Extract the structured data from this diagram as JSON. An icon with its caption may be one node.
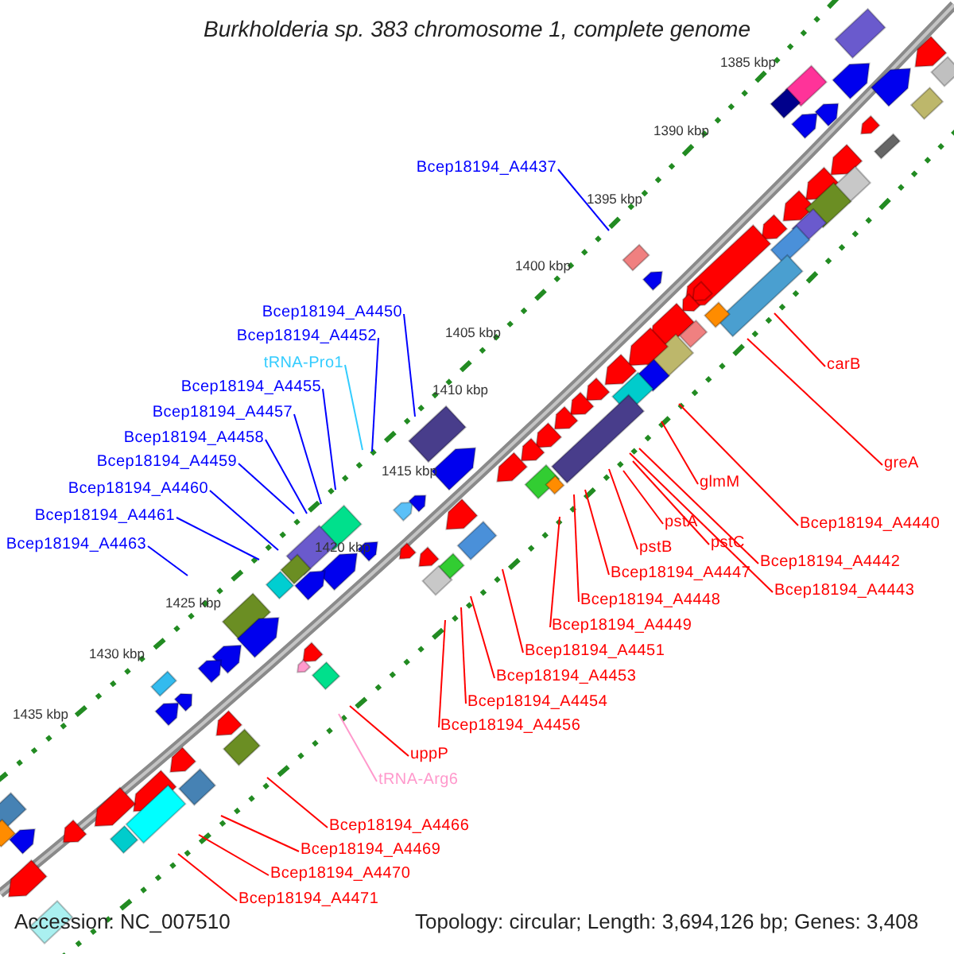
{
  "diagram": {
    "title": "Burkholderia sp. 383 chromosome 1, complete genome",
    "nodes": [
      {
        "text": [
          "Bcep18194_A4437"
        ]
      },
      {
        "text": [
          "Bcep18194_A4450"
        ]
      },
      {
        "text": [
          "Bcep18194_A4452"
        ]
      },
      {
        "text": [
          "tRNA-Pro1"
        ]
      },
      {
        "text": [
          "Bcep18194_A4455"
        ]
      },
      {
        "text": [
          "Bcep18194_A4457"
        ]
      },
      {
        "text": [
          "Bcep18194_A4458"
        ]
      },
      {
        "text": [
          "Bcep18194_A4459"
        ]
      },
      {
        "text": [
          "Bcep18194_A4460"
        ]
      },
      {
        "text": [
          "Bcep18194_A4461"
        ]
      },
      {
        "text": [
          "Bcep18194_A4463"
        ]
      },
      {
        "text": [
          "carB"
        ]
      },
      {
        "text": [
          "greA"
        ]
      },
      {
        "text": [
          "glmM"
        ]
      },
      {
        "text": [
          "Bcep18194_A4440"
        ]
      },
      {
        "text": [
          "pstA"
        ]
      },
      {
        "text": [
          "pstC"
        ]
      },
      {
        "text": [
          "Bcep18194_A4442"
        ]
      },
      {
        "text": [
          "pstB"
        ]
      },
      {
        "text": [
          "Bcep18194_A4443"
        ]
      },
      {
        "text": [
          "Bcep18194_A4447"
        ]
      },
      {
        "text": [
          "Bcep18194_A4448"
        ]
      },
      {
        "text": [
          "Bcep18194_A4449"
        ]
      },
      {
        "text": [
          "Bcep18194_A4451"
        ]
      },
      {
        "text": [
          "Bcep18194_A4453"
        ]
      },
      {
        "text": [
          "Bcep18194_A4454"
        ]
      },
      {
        "text": [
          "Bcep18194_A4456"
        ]
      },
      {
        "text": [
          "uppP"
        ]
      },
      {
        "text": [
          "tRNA-Arg6"
        ]
      },
      {
        "text": [
          "Bcep18194_A4466"
        ]
      },
      {
        "text": [
          "Bcep18194_A4469"
        ]
      },
      {
        "text": [
          "Bcep18194_A4470"
        ]
      },
      {
        "text": [
          "Bcep18194_A4471"
        ]
      }
    ],
    "edges": [
      {
        "from": 0,
        "to": null,
        "arrow": "none",
        "color": "#0000ff"
      },
      {
        "from": 1,
        "to": null,
        "arrow": "none",
        "color": "#0000ff"
      },
      {
        "from": 2,
        "to": null,
        "arrow": "none",
        "color": "#0000ff"
      },
      {
        "from": 3,
        "to": null,
        "arrow": "none",
        "color": "#33ccff"
      },
      {
        "from": 4,
        "to": null,
        "arrow": "none",
        "color": "#0000ff"
      },
      {
        "from": 5,
        "to": null,
        "arrow": "none",
        "color": "#0000ff"
      },
      {
        "from": 6,
        "to": null,
        "arrow": "none",
        "color": "#0000ff"
      },
      {
        "from": 7,
        "to": null,
        "arrow": "none",
        "color": "#0000ff"
      },
      {
        "from": 8,
        "to": null,
        "arrow": "none",
        "color": "#0000ff"
      },
      {
        "from": 9,
        "to": null,
        "arrow": "none",
        "color": "#0000ff"
      },
      {
        "from": 10,
        "to": null,
        "arrow": "none",
        "color": "#0000ff"
      },
      {
        "from": 11,
        "to": null,
        "arrow": "none"
      },
      {
        "from": 12,
        "to": null,
        "arrow": "none"
      },
      {
        "from": 13,
        "to": null,
        "arrow": "none"
      },
      {
        "from": 14,
        "to": null,
        "arrow": "none"
      },
      {
        "from": 15,
        "to": null,
        "arrow": "none"
      },
      {
        "from": 16,
        "to": null,
        "arrow": "none"
      },
      {
        "from": 17,
        "to": null,
        "arrow": "none"
      },
      {
        "from": 18,
        "to": null,
        "arrow": "none"
      },
      {
        "from": 19,
        "to": null,
        "arrow": "none"
      },
      {
        "from": 20,
        "to": null,
        "arrow": "none"
      },
      {
        "from": 21,
        "to": null,
        "arrow": "none"
      },
      {
        "from": 22,
        "to": null,
        "arrow": "none"
      },
      {
        "from": 23,
        "to": null,
        "arrow": "none"
      },
      {
        "from": 24,
        "to": null,
        "arrow": "none"
      },
      {
        "from": 25,
        "to": null,
        "arrow": "none"
      },
      {
        "from": 26,
        "to": null,
        "arrow": "none"
      },
      {
        "from": 27,
        "to": null,
        "arrow": "none"
      },
      {
        "from": 28,
        "to": null,
        "arrow": "none",
        "color": "#ff99cc"
      },
      {
        "from": 29,
        "to": null,
        "arrow": "none"
      },
      {
        "from": 30,
        "to": null,
        "arrow": "none"
      },
      {
        "from": 31,
        "to": null,
        "arrow": "none"
      },
      {
        "from": 32,
        "to": null,
        "arrow": "none"
      }
    ],
    "labels": [
      "1385 kbp",
      "1390 kbp",
      "1395 kbp",
      "1400 kbp",
      "1405 kbp",
      "1410 kbp",
      "1415 kbp",
      "1420 kbp",
      "1425 kbp",
      "1430 kbp",
      "1435 kbp",
      "Accession: NC_007510",
      "Topology: circular; Length: 3,694,126 bp; Genes: 3,408"
    ]
  }
}
